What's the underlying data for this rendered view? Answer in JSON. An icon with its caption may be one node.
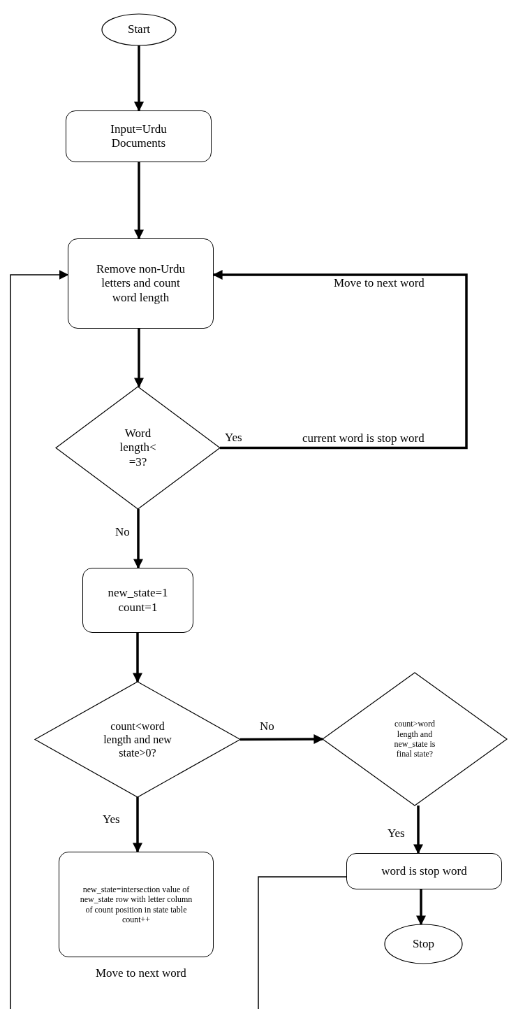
{
  "diagram": {
    "nodes": [
      {
        "text": [
          "Start"
        ]
      },
      {
        "text": [
          "Input=Urdu Documents"
        ]
      },
      {
        "text": [
          "Remove non-Urdu letters and count word length"
        ]
      },
      {
        "text": [
          "Word length< =3?"
        ]
      },
      {
        "text": [
          "new_state=1 count=1"
        ]
      },
      {
        "text": [
          "count<word length and new   state>0?"
        ]
      },
      {
        "text": [
          "count>word length and new_state is final state?"
        ]
      },
      {
        "text": [
          "new_state=intersection value of new_state row with letter column of count position in state table count++"
        ]
      },
      {
        "text": [
          "word is stop word"
        ]
      },
      {
        "text": [
          "Stop"
        ]
      }
    ],
    "edges": [
      {
        "from": 0,
        "to": 1,
        "arrow": "to"
      },
      {
        "from": 1,
        "to": 2,
        "arrow": "to"
      },
      {
        "from": 2,
        "to": 3,
        "arrow": "to"
      },
      {
        "from": 3,
        "to": 2,
        "arrow": "to",
        "label": "Yes"
      },
      {
        "from": 3,
        "to": 4,
        "arrow": "to",
        "label": "No"
      },
      {
        "from": 4,
        "to": 5,
        "arrow": "to"
      },
      {
        "from": 5,
        "to": 6,
        "arrow": "to",
        "label": "No"
      },
      {
        "from": 5,
        "to": 7,
        "arrow": "to",
        "label": "Yes"
      },
      {
        "from": 6,
        "to": 8,
        "arrow": "to",
        "label": "Yes"
      },
      {
        "from": 8,
        "to": 9,
        "arrow": "to"
      },
      {
        "from": null,
        "to": 2,
        "arrow": "to"
      },
      {
        "from": 8,
        "to": null,
        "arrow": "none"
      }
    ],
    "labels": [
      "Move to next word",
      "current word is stop word",
      "Move to next word"
    ]
  }
}
